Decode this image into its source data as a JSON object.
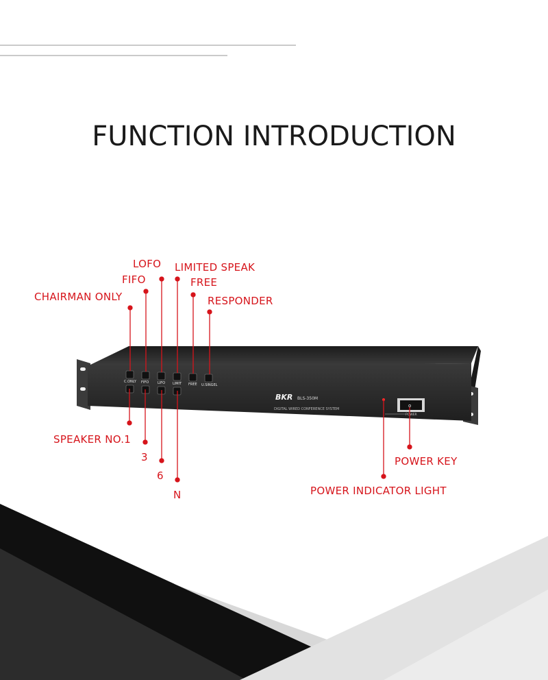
{
  "page": {
    "title": "FUNCTION INTRODUCTION"
  },
  "device": {
    "brand": "BKR",
    "model": "BLS-350M",
    "subtitle": "DIGITAL WIRED CONFERENCE SYSTEM",
    "power_caption": "POWER",
    "button_captions": [
      "C.ONLY",
      "FIFO",
      "LIFO",
      "LIMIT",
      "FREE",
      "U.SINGEL"
    ]
  },
  "callouts": {
    "chairman_only": "CHAIRMAN ONLY",
    "fifo": "FIFO",
    "lofo": "LOFO",
    "limited_speak": "LIMITED SPEAK",
    "free": "FREE",
    "responder": "RESPONDER",
    "speaker_no1": "SPEAKER NO.1",
    "three": "3",
    "six": "6",
    "n": "N",
    "power_key": "POWER KEY",
    "power_indicator": "POWER INDICATOR LIGHT"
  },
  "colors": {
    "accent": "#d6141b",
    "panel": "#2e2e2e",
    "title": "#1a1a1a"
  }
}
